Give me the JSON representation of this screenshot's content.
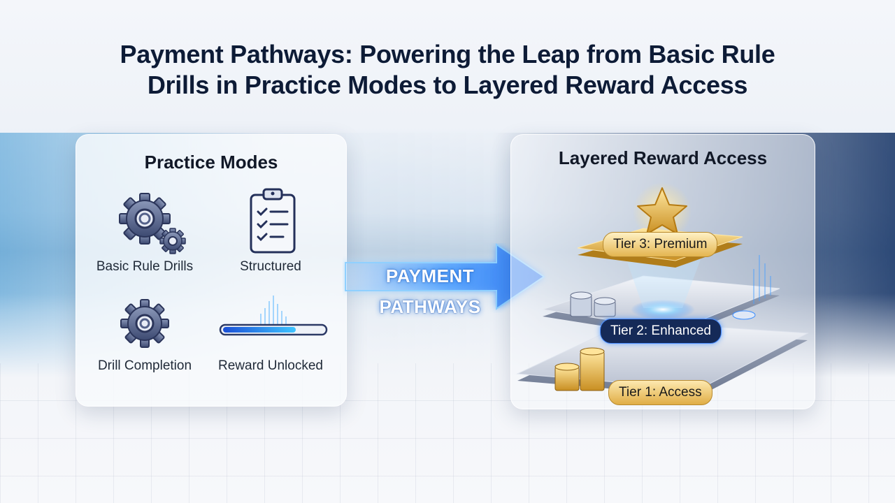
{
  "title_line1": "Payment Pathways: Powering the Leap from Basic Rule",
  "title_line2": "Drills in Practice Modes to Layered Reward Access",
  "practice": {
    "title": "Practice Modes",
    "items": [
      {
        "label": "Basic Rule Drills",
        "icon": "gears-icon"
      },
      {
        "label": "Structured",
        "icon": "clipboard-checklist-icon"
      },
      {
        "label": "Drill Completion",
        "icon": "gear-icon"
      },
      {
        "label": "Reward Unlocked",
        "icon": "progress-bar-icon"
      }
    ]
  },
  "arrow": {
    "line1": "PAYMENT",
    "line2": "PATHWAYS"
  },
  "rewards": {
    "title": "Layered Reward Access",
    "tiers": [
      {
        "label": "Tier 3: Premium"
      },
      {
        "label": "Tier 2: Enhanced"
      },
      {
        "label": "Tier 1: Access"
      }
    ]
  },
  "colors": {
    "title": "#0d1b36",
    "gold": "#e8b84a",
    "blue_glow": "#3a8dff",
    "navy": "#1c2f5e"
  }
}
